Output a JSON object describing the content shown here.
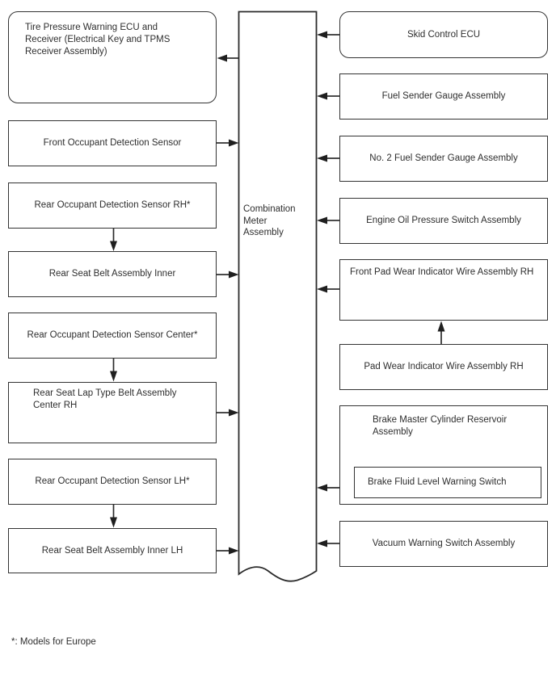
{
  "diagram": {
    "center_node": {
      "label": "Combination Meter Assembly"
    },
    "left_nodes": [
      {
        "label": "Tire Pressure Warning ECU and Receiver (Electrical Key and TPMS Receiver Assembly)",
        "shape": "rounded",
        "arrow": "from-center"
      },
      {
        "label": "Front Occupant Detection Sensor",
        "shape": "rect",
        "arrow": "to-center"
      },
      {
        "label": "Rear Occupant Detection Sensor RH*",
        "shape": "rect",
        "arrow": "down-to-next"
      },
      {
        "label": "Rear Seat Belt Assembly Inner",
        "shape": "rect",
        "arrow": "to-center"
      },
      {
        "label": "Rear Occupant Detection Sensor Center*",
        "shape": "rect",
        "arrow": "down-to-next"
      },
      {
        "label": "Rear Seat Lap Type Belt Assembly Center RH",
        "shape": "rect",
        "arrow": "to-center"
      },
      {
        "label": "Rear Occupant Detection Sensor LH*",
        "shape": "rect",
        "arrow": "down-to-next"
      },
      {
        "label": "Rear Seat Belt Assembly Inner LH",
        "shape": "rect",
        "arrow": "to-center"
      }
    ],
    "right_nodes": [
      {
        "label": "Skid Control ECU",
        "shape": "rounded",
        "arrow": "to-center"
      },
      {
        "label": "Fuel Sender Gauge Assembly",
        "shape": "rect",
        "arrow": "to-center"
      },
      {
        "label": "No. 2 Fuel Sender Gauge Assembly",
        "shape": "rect",
        "arrow": "to-center"
      },
      {
        "label": "Engine Oil Pressure Switch Assembly",
        "shape": "rect",
        "arrow": "to-center"
      },
      {
        "label": "Front Pad Wear Indicator Wire Assembly RH",
        "shape": "rect",
        "arrow": "to-center"
      },
      {
        "label": "Pad Wear Indicator Wire Assembly RH",
        "shape": "rect",
        "arrow": "up-to-previous"
      },
      {
        "label": "Brake Master Cylinder Reservoir Assembly",
        "shape": "rect",
        "child": {
          "label": "Brake Fluid Level Warning Switch",
          "arrow": "to-center"
        }
      },
      {
        "label": "Vacuum Warning Switch Assembly",
        "shape": "rect",
        "arrow": "to-center"
      }
    ],
    "connections": [
      {
        "from": "Combination Meter Assembly",
        "to": "Tire Pressure Warning ECU and Receiver (Electrical Key and TPMS Receiver Assembly)"
      },
      {
        "from": "Front Occupant Detection Sensor",
        "to": "Combination Meter Assembly"
      },
      {
        "from": "Rear Occupant Detection Sensor RH*",
        "to": "Rear Seat Belt Assembly Inner"
      },
      {
        "from": "Rear Seat Belt Assembly Inner",
        "to": "Combination Meter Assembly"
      },
      {
        "from": "Rear Occupant Detection Sensor Center*",
        "to": "Rear Seat Lap Type Belt Assembly Center RH"
      },
      {
        "from": "Rear Seat Lap Type Belt Assembly Center RH",
        "to": "Combination Meter Assembly"
      },
      {
        "from": "Rear Occupant Detection Sensor LH*",
        "to": "Rear Seat Belt Assembly Inner LH"
      },
      {
        "from": "Rear Seat Belt Assembly Inner LH",
        "to": "Combination Meter Assembly"
      },
      {
        "from": "Skid Control ECU",
        "to": "Combination Meter Assembly"
      },
      {
        "from": "Fuel Sender Gauge Assembly",
        "to": "Combination Meter Assembly"
      },
      {
        "from": "No. 2 Fuel Sender Gauge Assembly",
        "to": "Combination Meter Assembly"
      },
      {
        "from": "Engine Oil Pressure Switch Assembly",
        "to": "Combination Meter Assembly"
      },
      {
        "from": "Pad Wear Indicator Wire Assembly RH",
        "to": "Front Pad Wear Indicator Wire Assembly RH"
      },
      {
        "from": "Front Pad Wear Indicator Wire Assembly RH",
        "to": "Combination Meter Assembly"
      },
      {
        "from": "Brake Fluid Level Warning Switch",
        "to": "Combination Meter Assembly"
      },
      {
        "from": "Vacuum Warning Switch Assembly",
        "to": "Combination Meter Assembly"
      }
    ],
    "footnote": "*: Models for Europe",
    "colors": {
      "line": "#333333",
      "text": "#2e2e2e",
      "background": "#ffffff"
    }
  }
}
